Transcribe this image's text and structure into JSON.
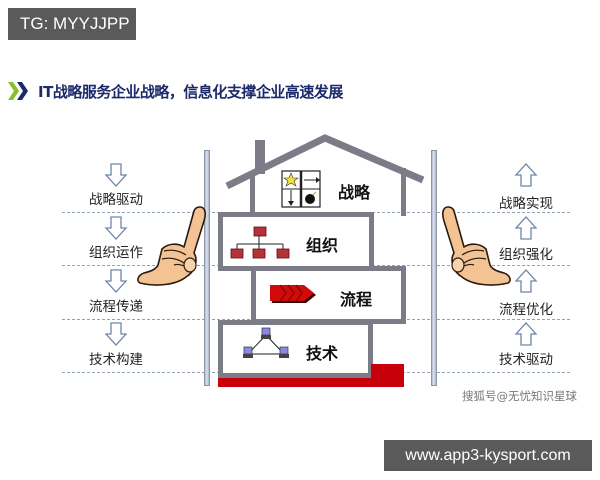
{
  "badges": {
    "top_left": "TG: MYYJJPP",
    "bottom_right": "www.app3-kysport.com"
  },
  "header": {
    "title": "IT战略服务企业战略，信息化支撑企业高速发展",
    "chevron_colors": [
      "#8bbf2a",
      "#1c2a6b"
    ]
  },
  "left_column": {
    "direction": "down",
    "items": [
      {
        "label": "战略驱动",
        "icon": "arrow-down-icon"
      },
      {
        "label": "组织运作",
        "icon": "arrow-down-icon"
      },
      {
        "label": "流程传递",
        "icon": "arrow-down-icon"
      },
      {
        "label": "技术构建",
        "icon": "arrow-down-icon"
      }
    ]
  },
  "right_column": {
    "direction": "up",
    "items": [
      {
        "label": "战略实现",
        "icon": "arrow-up-icon"
      },
      {
        "label": "组织强化",
        "icon": "arrow-up-icon"
      },
      {
        "label": "流程优化",
        "icon": "arrow-up-icon"
      },
      {
        "label": "技术驱动",
        "icon": "arrow-up-icon"
      }
    ]
  },
  "house": {
    "levels": [
      {
        "label": "战略",
        "icon": "strategy-matrix-icon"
      },
      {
        "label": "组织",
        "icon": "org-chart-icon"
      },
      {
        "label": "流程",
        "icon": "process-chevrons-icon"
      },
      {
        "label": "技术",
        "icon": "network-computers-icon"
      }
    ],
    "colors": {
      "wall": "#7b7c87",
      "foundation": "#c8000a",
      "org_box": "#b5323a"
    }
  },
  "watermark": "搜狐号@无忧知识星球"
}
